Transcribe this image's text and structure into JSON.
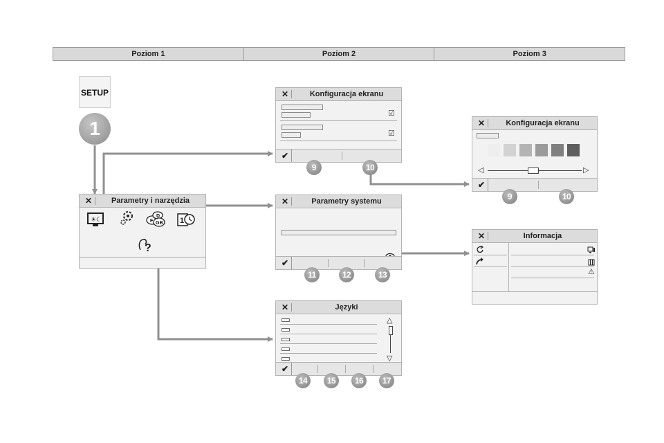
{
  "levels": [
    "Poziom 1",
    "Poziom 2",
    "Poziom 3"
  ],
  "setup_label": "SETUP",
  "start_step": "1",
  "panels": {
    "tools": {
      "title": "Parametry i narzędzia",
      "icons": [
        "display-settings-icon",
        "gear-icon",
        "language-flags-icon",
        "calendar-clock-icon",
        "help-icon"
      ],
      "flag_letters": [
        "F",
        "D",
        "GB"
      ],
      "calendar_digit": "1",
      "help_glyph": "?"
    },
    "screen_config": {
      "title": "Konfiguracja ekranu",
      "badges": [
        "9",
        "10"
      ]
    },
    "screen_config_l3": {
      "title": "Konfiguracja ekranu",
      "swatch_colors": [
        "#eeeeee",
        "#d2d2d2",
        "#b4b4b4",
        "#9b9b9b",
        "#808080",
        "#5e5e5e"
      ],
      "badges": [
        "9",
        "10"
      ]
    },
    "system": {
      "title": "Parametry systemu",
      "badges": [
        "11",
        "12",
        "13"
      ]
    },
    "info": {
      "title": "Informacja"
    },
    "languages": {
      "title": "Języki",
      "badges": [
        "14",
        "15",
        "16",
        "17"
      ]
    }
  },
  "glyphs": {
    "close": "✕",
    "check": "✔",
    "checkbox_checked": "☑",
    "slider_left": "◁",
    "slider_right": "▷",
    "arrow_up": "△",
    "arrow_down": "▽",
    "warning": "⚠"
  }
}
